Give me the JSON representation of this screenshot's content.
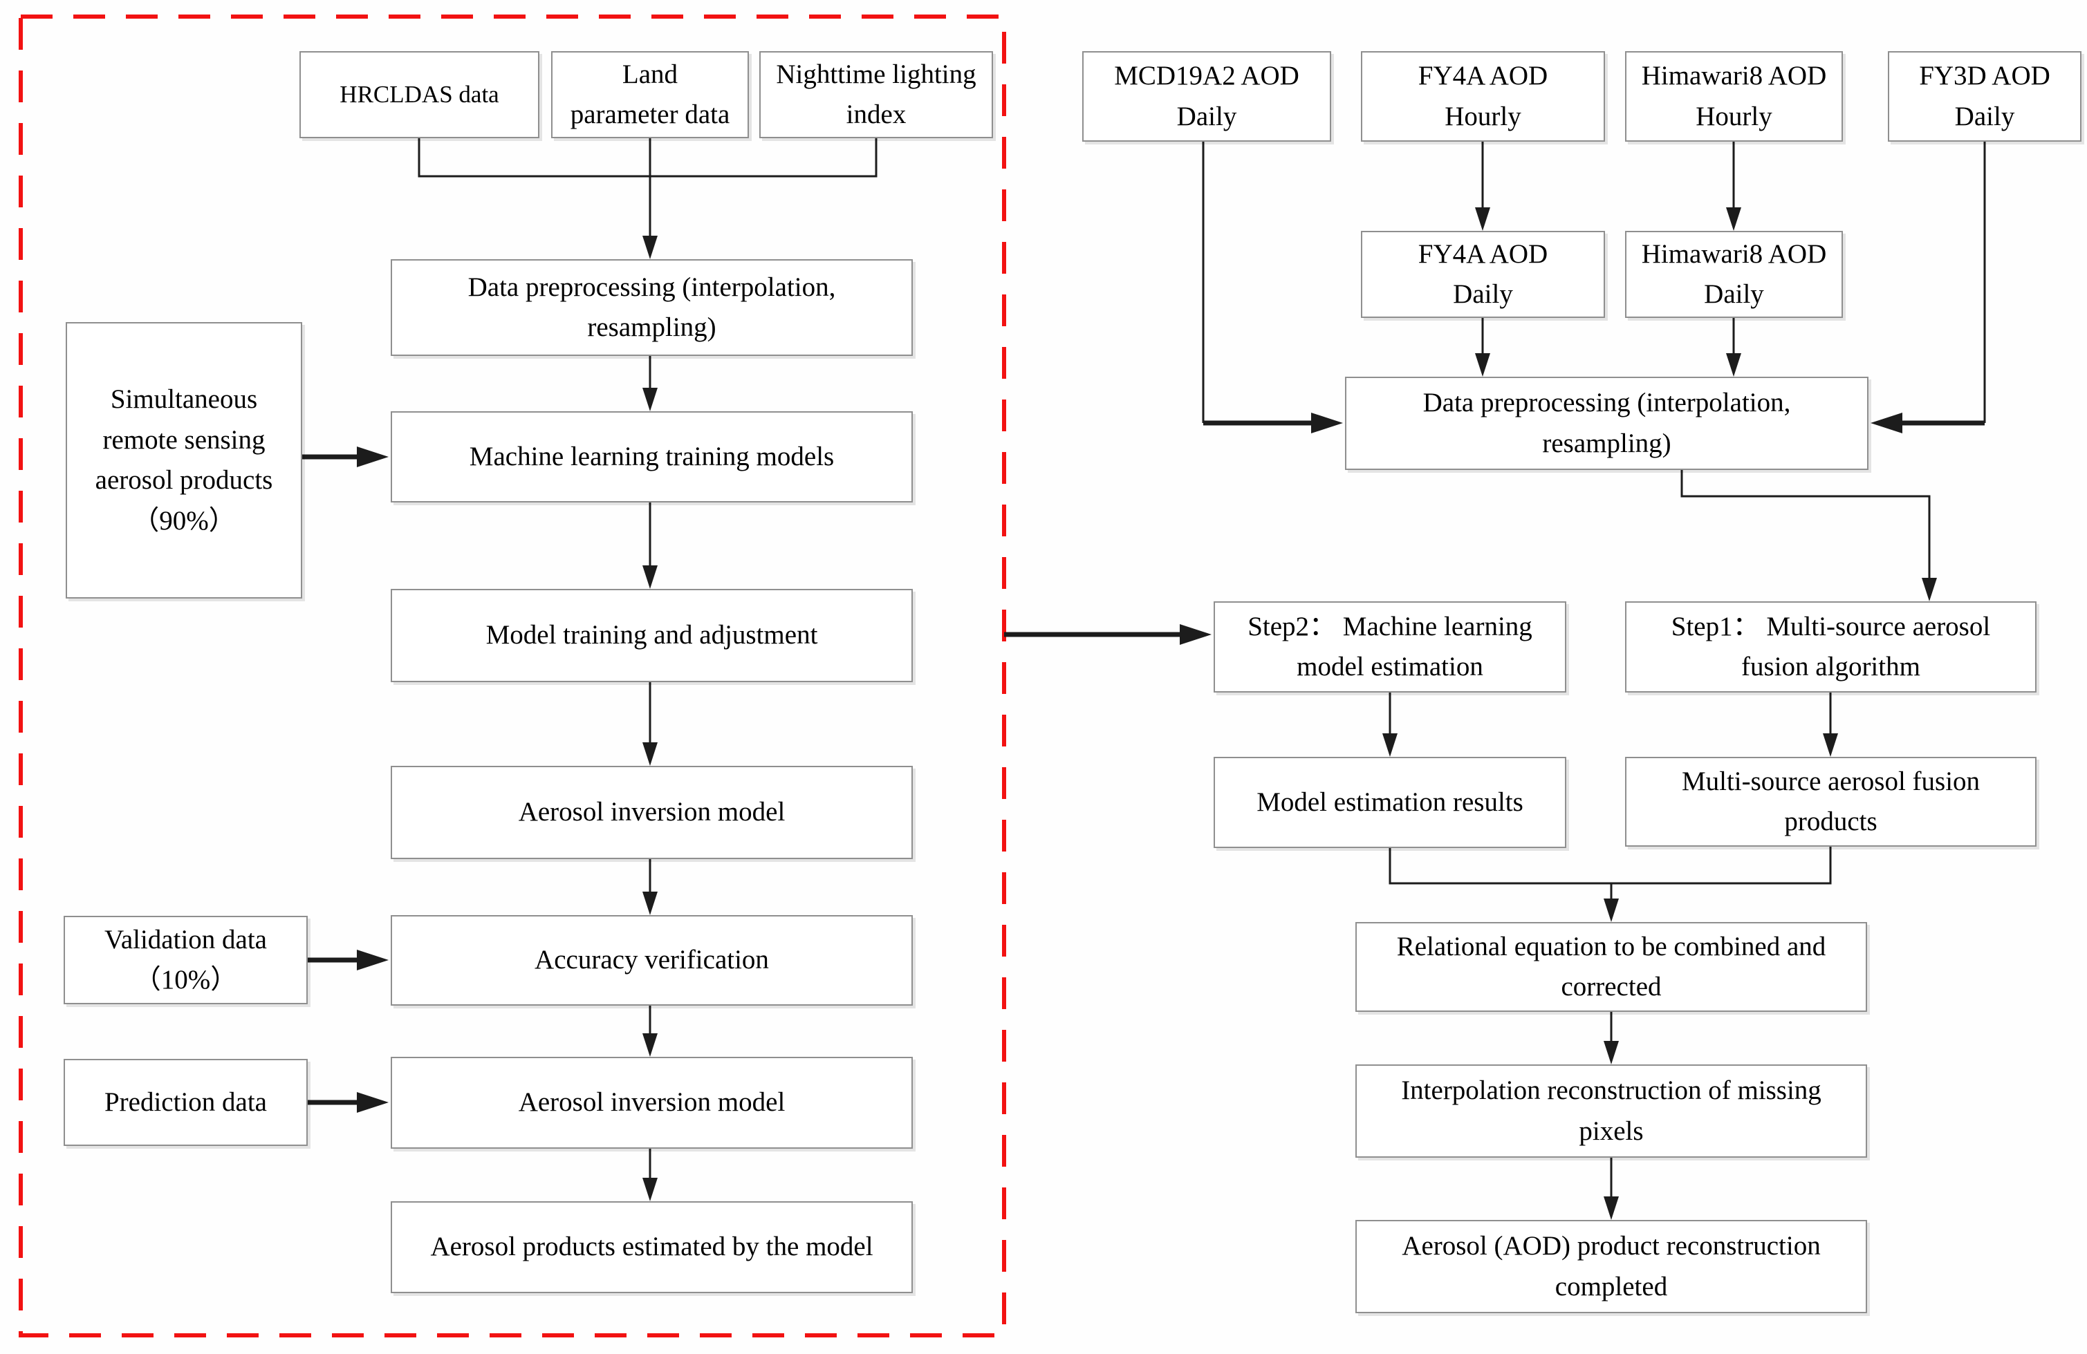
{
  "diagram": {
    "left_panel": {
      "nodes": {
        "hrcldas": {
          "label": "HRCLDAS data"
        },
        "land": {
          "label": "Land\nparameter data"
        },
        "night": {
          "label": "Nighttime lighting\nindex"
        },
        "preprocess": {
          "label": "Data preprocessing (interpolation,\nresampling)"
        },
        "simultaneous": {
          "label": "Simultaneous\nremote sensing\naerosol products\n（90%）"
        },
        "ml_models": {
          "label": "Machine learning training models"
        },
        "model_training": {
          "label": "Model training and adjustment"
        },
        "inversion1": {
          "label": "Aerosol inversion model"
        },
        "validation": {
          "label": "Validation data\n（10%）"
        },
        "accuracy": {
          "label": "Accuracy verification"
        },
        "prediction": {
          "label": "Prediction data"
        },
        "inversion2": {
          "label": "Aerosol inversion model"
        },
        "products_est": {
          "label": "Aerosol products estimated by the model"
        }
      }
    },
    "right_panel": {
      "nodes": {
        "mcd19a2": {
          "label": "MCD19A2 AOD\nDaily"
        },
        "fy4a_hourly": {
          "label": "FY4A AOD\nHourly"
        },
        "himawari8_hourly": {
          "label": "Himawari8  AOD\nHourly"
        },
        "fy3d": {
          "label": "FY3D  AOD\nDaily"
        },
        "fy4a_daily": {
          "label": "FY4A AOD\nDaily"
        },
        "himawari8_daily": {
          "label": "Himawari8 AOD\nDaily"
        },
        "preprocess": {
          "label": "Data preprocessing (interpolation,\nresampling)"
        },
        "step2": {
          "label": "Step2：  Machine learning\nmodel estimation"
        },
        "step1": {
          "label": "Step1：  Multi-source aerosol\nfusion algorithm"
        },
        "model_est": {
          "label": "Model estimation results"
        },
        "fusion_products": {
          "label": "Multi-source aerosol fusion\nproducts"
        },
        "relational": {
          "label": "Relational equation to be combined and\ncorrected"
        },
        "interpolation": {
          "label": "Interpolation reconstruction of missing\npixels"
        },
        "completed": {
          "label": "Aerosol (AOD) product reconstruction\ncompleted"
        }
      }
    },
    "colors": {
      "dashed_border_red": "#f21212",
      "connector_black": "#1c1c1c",
      "box_border_gray": "#8f8f8f",
      "box_fill_white": "#ffffff",
      "text_black": "#000000"
    }
  }
}
